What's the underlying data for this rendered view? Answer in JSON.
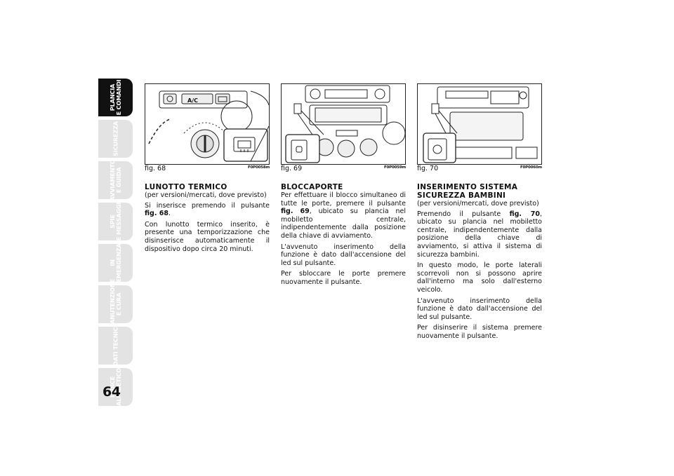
{
  "sidebar": {
    "tabs": [
      {
        "line1": "PLANCIA",
        "line2": "E COMANDI",
        "active": true
      },
      {
        "line1": "SICUREZZA",
        "line2": "",
        "active": false
      },
      {
        "line1": "AVVIAMENTO",
        "line2": "E GUIDA",
        "active": false
      },
      {
        "line1": "SPIE",
        "line2": "E MESSAGGI",
        "active": false
      },
      {
        "line1": "IN",
        "line2": "EMERGENZA",
        "active": false
      },
      {
        "line1": "MANUTENZIONE",
        "line2": "E CURA",
        "active": false
      },
      {
        "line1": "DATI TECNICI",
        "line2": "",
        "active": false
      },
      {
        "line1": "INDICE",
        "line2": "ALFABETICO",
        "active": false
      }
    ]
  },
  "page_number": "64",
  "figures": [
    {
      "caption": "fig. 68",
      "code": "F0P0058m",
      "ac_label": "A/C"
    },
    {
      "caption": "fig. 69",
      "code": "F0P0059m"
    },
    {
      "caption": "fig. 70",
      "code": "F0P0060m"
    }
  ],
  "sections": {
    "lunotto": {
      "title": "LUNOTTO TERMICO",
      "subtitle": "(per versioni/mercati, dove previsto)",
      "p1_pre": "Si inserisce premendo il pulsante ",
      "p1_ref": "fig. 68",
      "p1_post": ".",
      "p2": "Con lunotto termico inserito, è presente una temporizzazione che disinserisce automaticamente il dispositivo dopo circa 20 minuti."
    },
    "bloccaporte": {
      "title": "BLOCCAPORTE",
      "p1_pre": "Per effettuare il blocco simultaneo di tutte le porte, premere il pulsante ",
      "p1_ref": "fig. 69",
      "p1_post": ", ubicato su plancia nel mobiletto centrale, indipendentemente dalla posizione della chiave di avviamento.",
      "p2": "L'avvenuto inserimento della funzione è dato dall'accensione del led sul pulsante.",
      "p3": "Per sbloccare le porte premere nuovamente il pulsante."
    },
    "bambini": {
      "title_line1": "INSERIMENTO SISTEMA",
      "title_line2": "SICUREZZA BAMBINI",
      "subtitle": "(per versioni/mercati, dove previsto)",
      "p1_pre": "Premendo il pulsante ",
      "p1_ref": "fig. 70",
      "p1_post": ", ubicato su plancia nel mobiletto centrale, indipendentemente dalla posizione della chiave di avviamento, si attiva il sistema di sicurezza bambini.",
      "p2": "In questo modo, le porte laterali scorrevoli non si possono aprire dall'interno ma solo dall'esterno veicolo.",
      "p3": "L'avvenuto inserimento della funzione è dato dall'accensione del led sul pulsante.",
      "p4": "Per disinserire il sistema premere nuovamente il pulsante."
    }
  },
  "colors": {
    "tab_active": "#111111",
    "tab_inactive": "#e3e3e3",
    "tab_text": "#ffffff"
  }
}
